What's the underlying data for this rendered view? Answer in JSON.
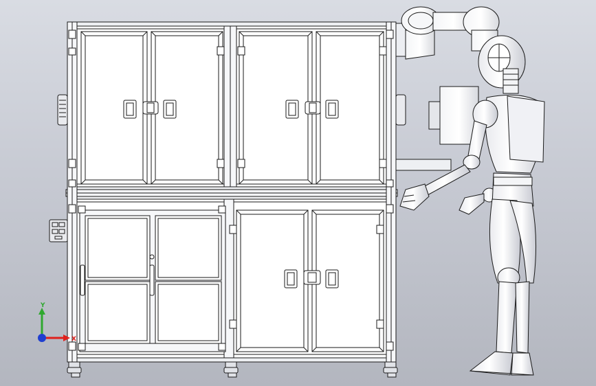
{
  "viewport": {
    "background_top": "#d9dce3",
    "background_bottom": "#b3b6bf"
  },
  "colors": {
    "line": "#1a1a1a",
    "panel": "#ffffff",
    "frame_shade": "#e6e7ea",
    "axis_x": "#e0201c",
    "axis_y": "#2fa82f",
    "axis_z": "#1f3fd0"
  },
  "triad": {
    "x_label": "X",
    "y_label": "Y"
  },
  "model": {
    "parts": [
      {
        "name": "upper-left-cabinet",
        "icon": "cabinet-double-door"
      },
      {
        "name": "upper-right-cabinet",
        "icon": "cabinet-double-door"
      },
      {
        "name": "lower-left-glazed-cabinet",
        "icon": "cabinet-four-pane"
      },
      {
        "name": "lower-right-cabinet",
        "icon": "cabinet-double-door"
      },
      {
        "name": "robot-arm",
        "icon": "robot-arm"
      },
      {
        "name": "humanoid-figure",
        "icon": "humanoid"
      }
    ]
  }
}
